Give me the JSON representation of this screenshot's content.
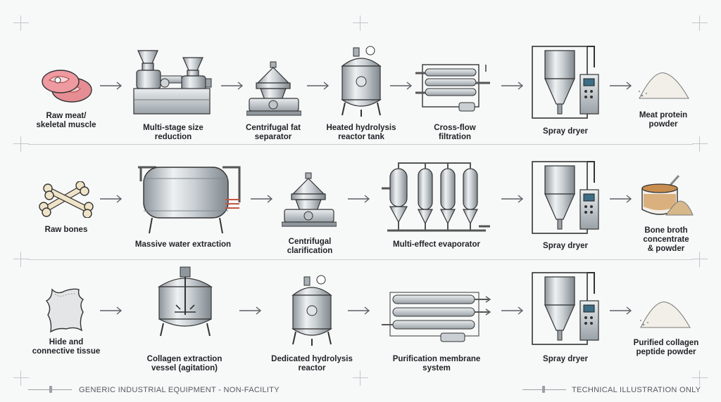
{
  "rows": [
    {
      "steps": [
        {
          "label": "Raw meat/\nskeletal muscle",
          "icon": "raw-meat-icon"
        },
        {
          "label": "Multi-stage size\nreduction",
          "icon": "grinder-icon"
        },
        {
          "label": "Centrifugal fat\nseparator",
          "icon": "centrifuge-icon"
        },
        {
          "label": "Heated hydrolysis\nreactor tank",
          "icon": "reactor-icon"
        },
        {
          "label": "Cross-flow\nfiltration",
          "icon": "filtration-icon"
        },
        {
          "label": "Spray dryer",
          "icon": "spray-dryer-icon"
        },
        {
          "label": "Meat protein\npowder",
          "icon": "powder-icon"
        }
      ]
    },
    {
      "steps": [
        {
          "label": "Raw bones",
          "icon": "bones-icon"
        },
        {
          "label": "Massive water extraction",
          "icon": "extraction-tank-icon"
        },
        {
          "label": "Centrifugal\nclarification",
          "icon": "centrifuge-icon"
        },
        {
          "label": "Multi-effect evaporator",
          "icon": "evaporator-icon"
        },
        {
          "label": "Spray dryer",
          "icon": "spray-dryer-icon"
        },
        {
          "label": "Bone broth\nconcentrate\n& powder",
          "icon": "broth-bowl-icon"
        }
      ]
    },
    {
      "steps": [
        {
          "label": "Hide and\nconnective tissue",
          "icon": "hide-icon"
        },
        {
          "label": "Collagen extraction\nvessel (agitation)",
          "icon": "agitated-vessel-icon"
        },
        {
          "label": "Dedicated hydrolysis\nreactor",
          "icon": "reactor-icon"
        },
        {
          "label": "Purification membrane\nsystem",
          "icon": "membrane-icon"
        },
        {
          "label": "Spray dryer",
          "icon": "spray-dryer-icon"
        },
        {
          "label": "Purified collagen\npeptide powder",
          "icon": "powder-icon"
        }
      ]
    }
  ],
  "footer": {
    "left": "GENERIC INDUSTRIAL EQUIPMENT - NON-FACILITY",
    "right": "TECHNICAL ILLUSTRATION ONLY"
  }
}
